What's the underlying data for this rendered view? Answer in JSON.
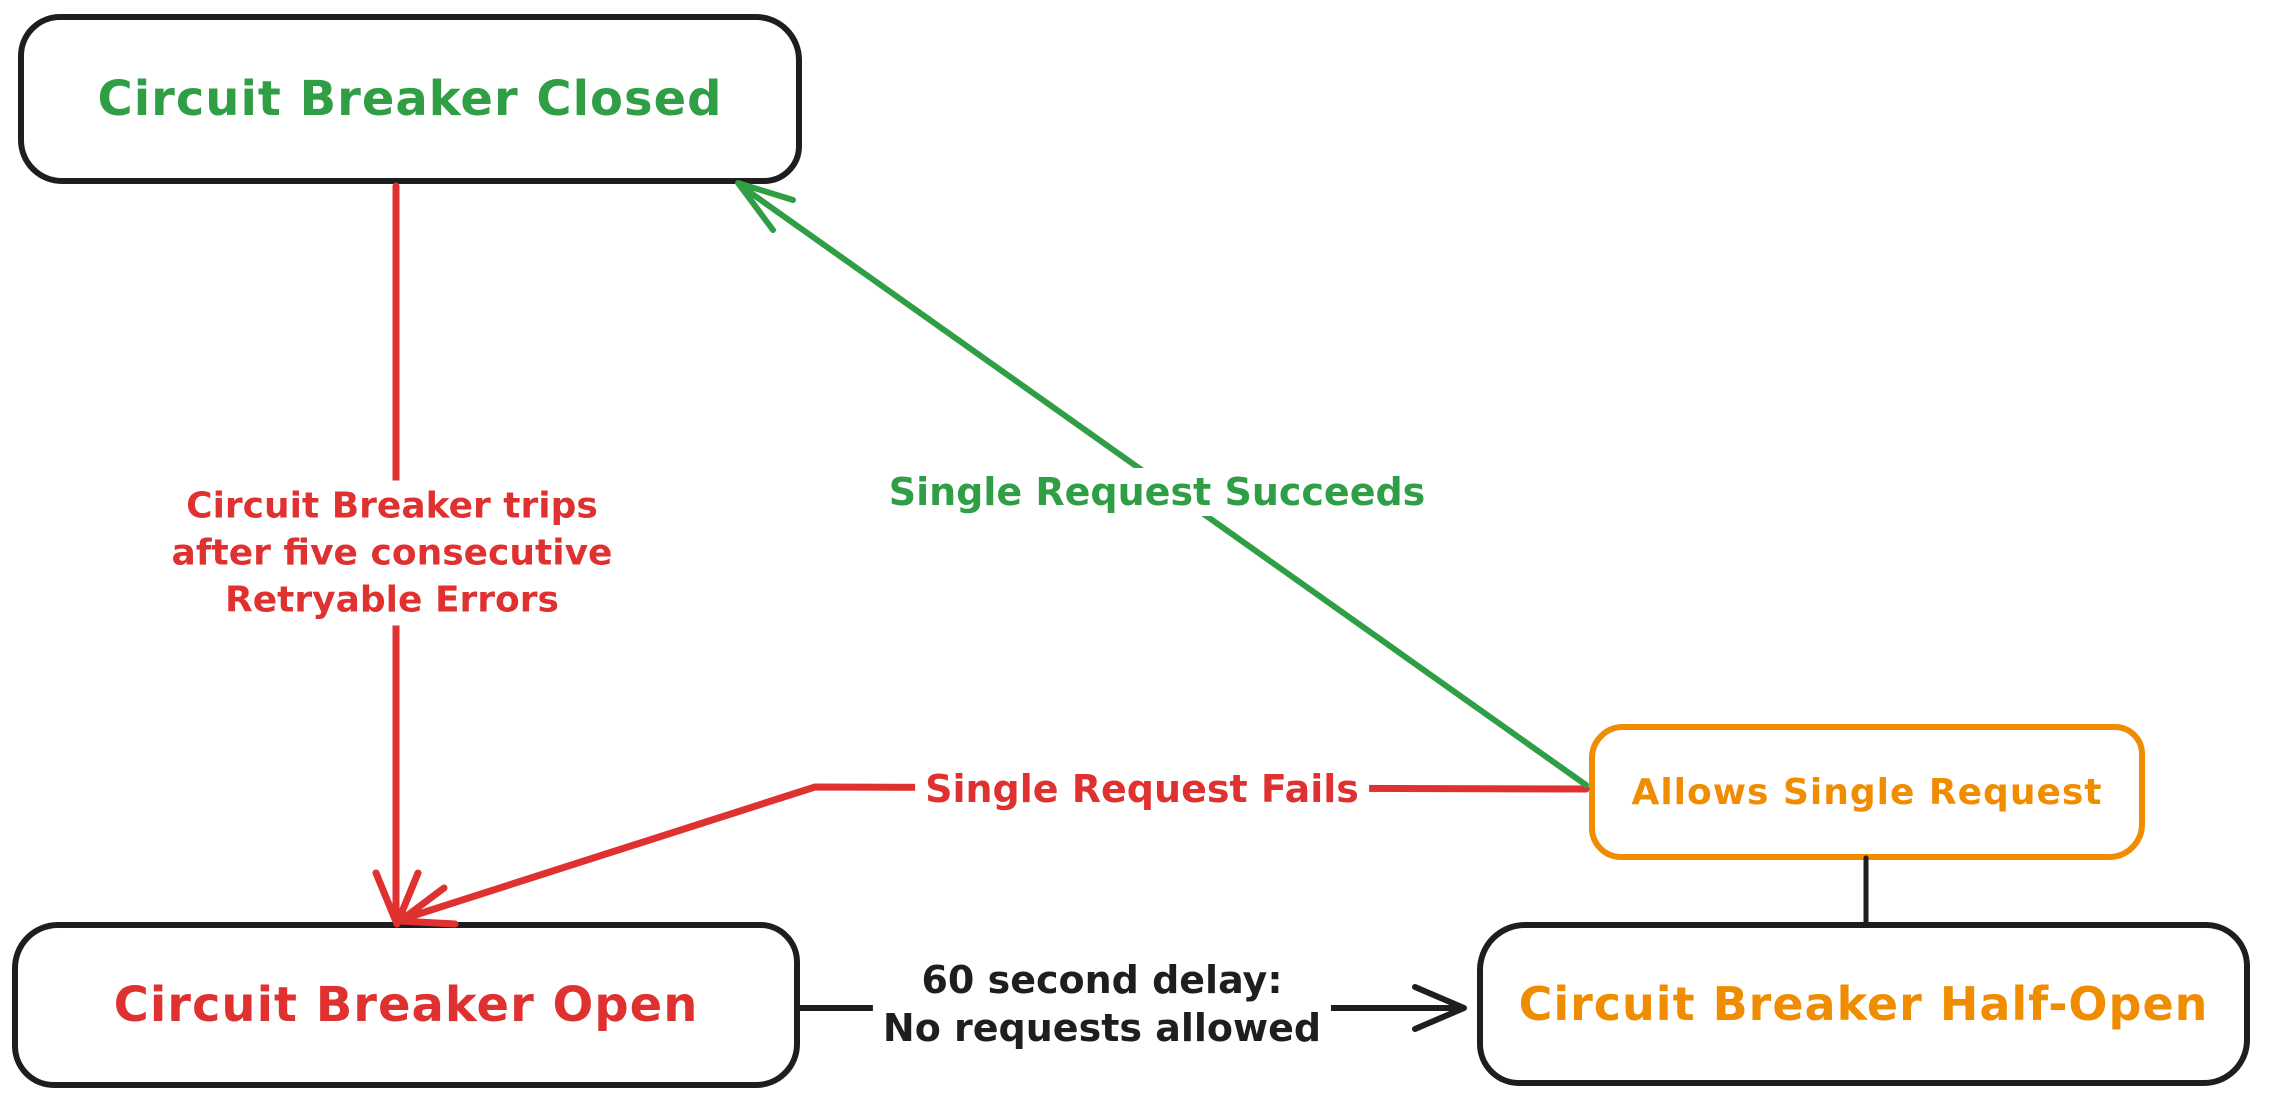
{
  "canvas": {
    "background": "#ffffff"
  },
  "palette": {
    "green": "#2f9e44",
    "red": "#e03131",
    "orange": "#f08c00",
    "black": "#1e1e1e"
  },
  "nodes": {
    "closed": {
      "label": "Circuit Breaker Closed",
      "text_color": "#2f9e44",
      "border_color": "#1e1e1e"
    },
    "open": {
      "label": "Circuit Breaker Open",
      "text_color": "#e03131",
      "border_color": "#1e1e1e"
    },
    "half_open": {
      "label": "Circuit Breaker Half-Open",
      "text_color": "#f08c00",
      "border_color": "#1e1e1e"
    },
    "allows_single_request": {
      "label": "Allows Single Request",
      "text_color": "#f08c00",
      "border_color": "#f08c00"
    }
  },
  "edges": {
    "trip": {
      "from": "closed",
      "to": "open",
      "color": "#e03131",
      "label_lines": [
        "Circuit Breaker trips",
        "after five consecutive",
        "Retryable Errors"
      ]
    },
    "succeeds": {
      "from": "allows_single_request",
      "to": "closed",
      "color": "#2f9e44",
      "label": "Single Request Succeeds"
    },
    "fails": {
      "from": "allows_single_request",
      "to": "open",
      "color": "#e03131",
      "label": "Single Request Fails"
    },
    "delay": {
      "from": "open",
      "to": "half_open",
      "color": "#1e1e1e",
      "label_lines": [
        "60 second delay:",
        "No requests allowed"
      ]
    },
    "allows_link": {
      "from": "allows_single_request",
      "to": "half_open",
      "color": "#1e1e1e",
      "label": ""
    }
  }
}
